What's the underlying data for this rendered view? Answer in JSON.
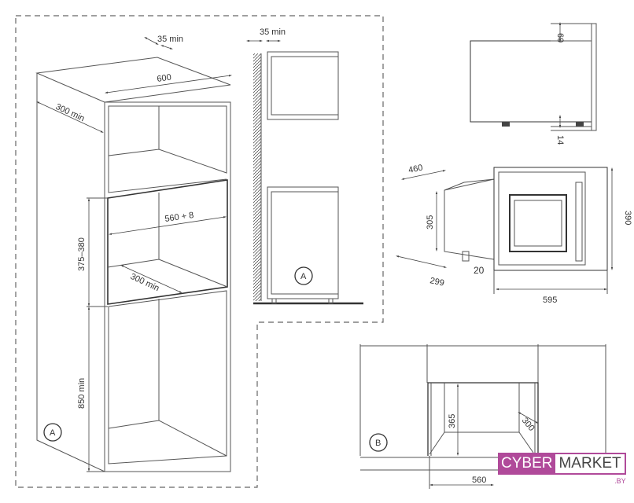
{
  "drawing_a": {
    "gap_top": "35 min",
    "width": "600",
    "depth": "300 min",
    "opening_width": "560 + 8",
    "opening_depth": "300 min",
    "opening_height": "375–380",
    "floor_height": "850 min",
    "label": "A",
    "side_gap": "35 min",
    "side_label": "A"
  },
  "microwave": {
    "top_gap": "60",
    "bottom_gap": "14",
    "depth": "460",
    "body_height": "305",
    "total_height": "390",
    "body_depth": "299",
    "frame_offset": "20",
    "total_width": "595"
  },
  "drawing_b": {
    "label": "B",
    "height": "365",
    "depth": "300",
    "width": "560"
  },
  "logo": {
    "part1": "CYBER",
    "part2": "MARKET",
    "suffix": ".BY",
    "color": "#b04a9a"
  }
}
